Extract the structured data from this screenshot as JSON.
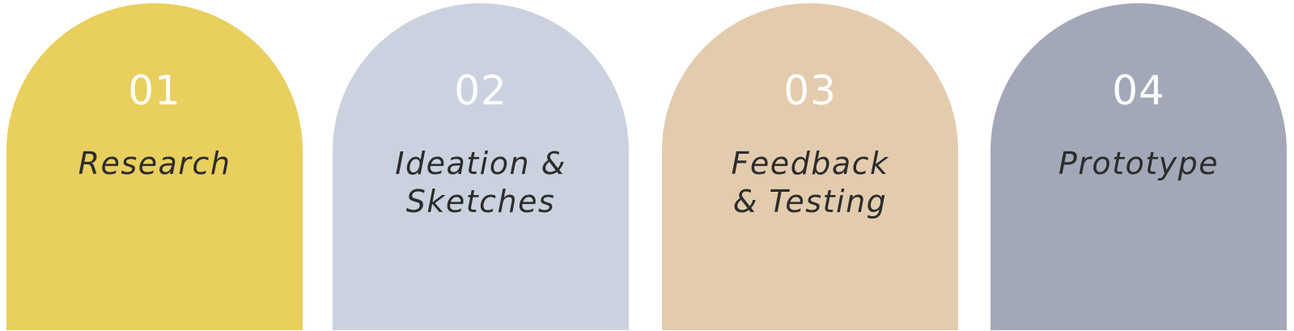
{
  "steps": [
    {
      "number": "01",
      "title": "Research",
      "color": "#E9CF5E"
    },
    {
      "number": "02",
      "title": "Ideation &\nSketches",
      "color": "#CBD2DF"
    },
    {
      "number": "03",
      "title": "Feedback\n& Testing",
      "color": "#E3CCAE"
    },
    {
      "number": "04",
      "title": "Prototype",
      "color": "#A3A8B8"
    }
  ]
}
